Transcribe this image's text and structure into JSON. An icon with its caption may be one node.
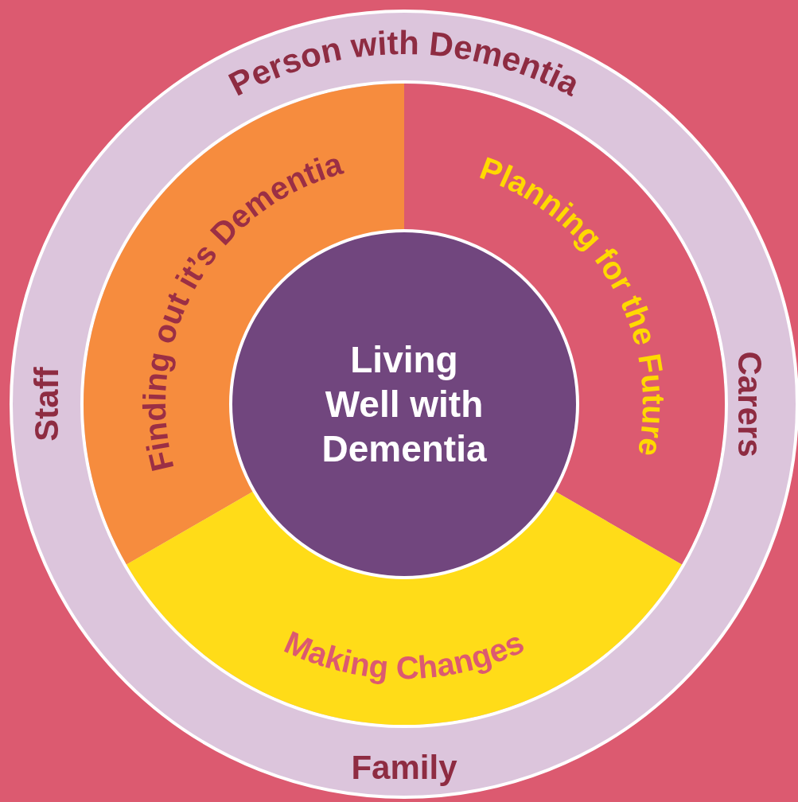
{
  "diagram": {
    "nodes": [
      {
        "text": [
          "Person with Dementia",
          "Staff",
          "Carers",
          "Family"
        ]
      },
      {
        "text": [
          "Finding out it’s Dementia"
        ],
        "in": 0
      },
      {
        "text": [
          "Planning for the Future"
        ],
        "in": 0
      },
      {
        "text": [
          "Making Changes"
        ],
        "in": 0
      },
      {
        "text": [
          "Living Well with Dementia"
        ],
        "in": 0
      }
    ]
  }
}
